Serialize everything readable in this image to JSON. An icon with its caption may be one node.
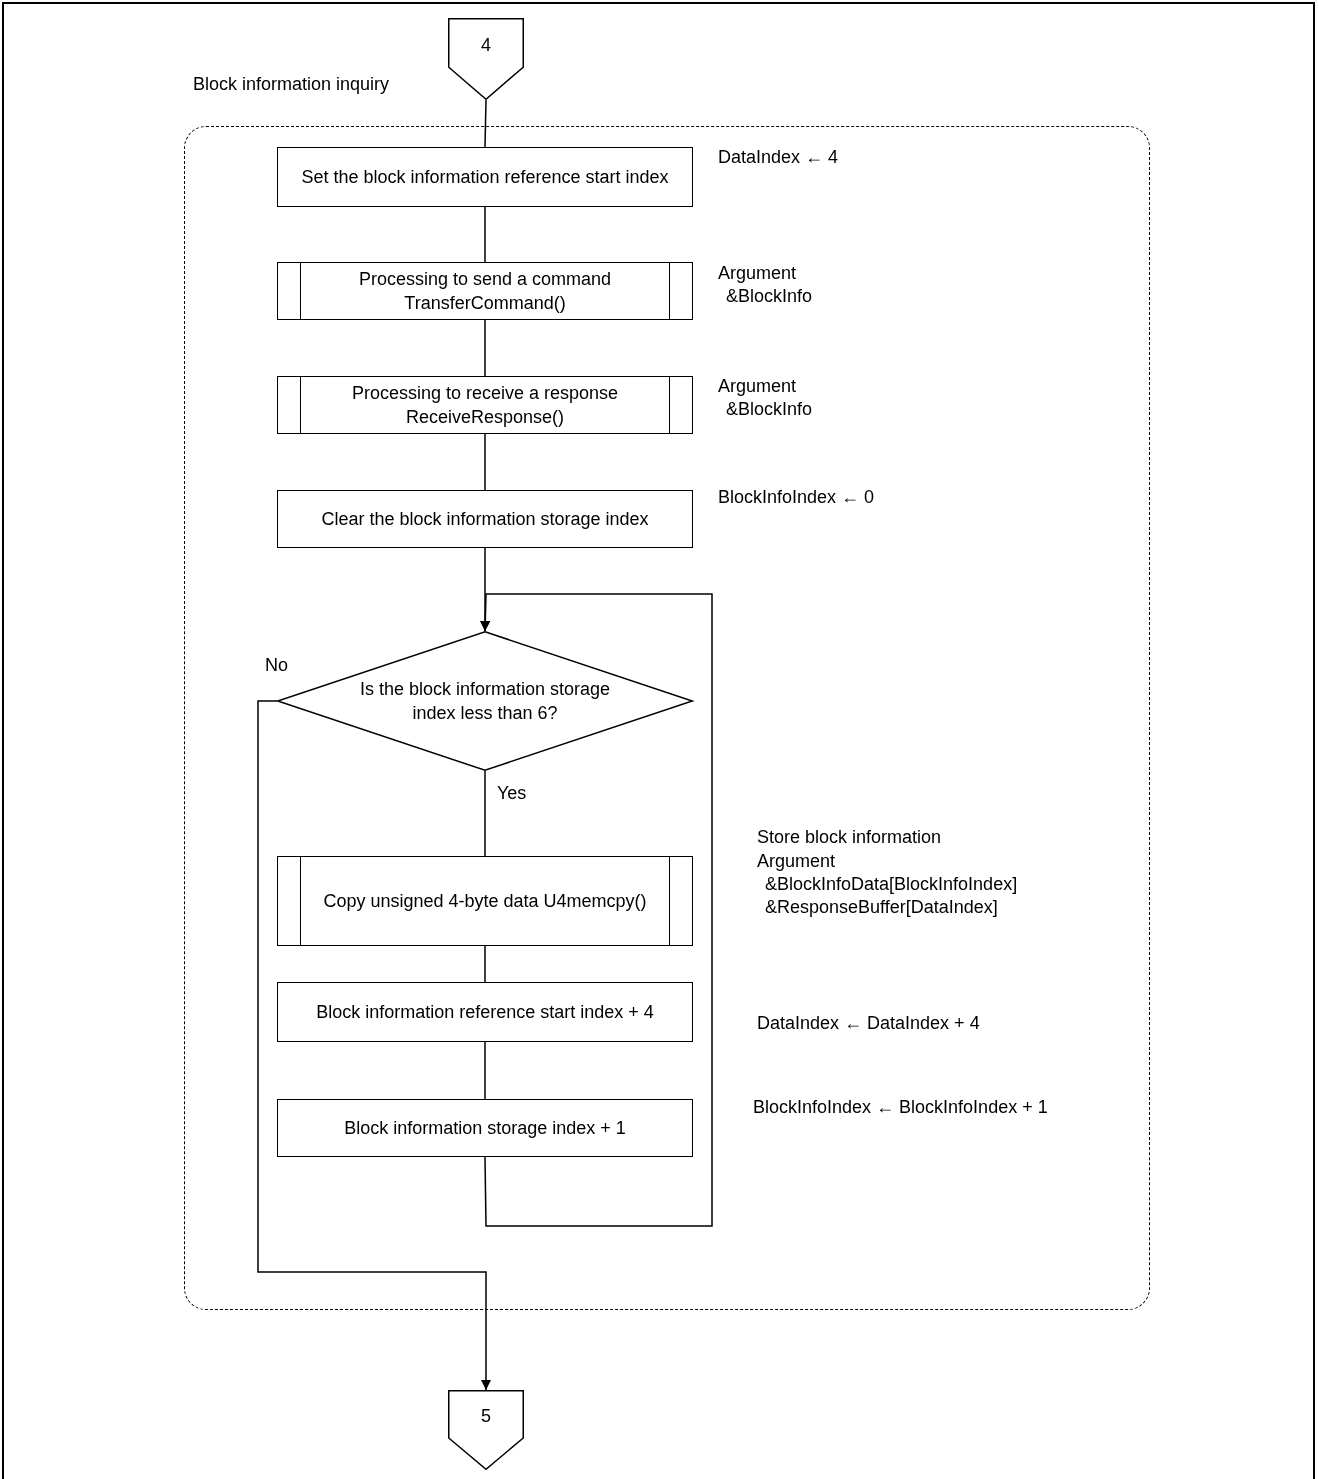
{
  "diagram": {
    "nodes": [
      {
        "text": [
          "4"
        ]
      },
      {
        "text": [
          "Block information inquiry"
        ]
      },
      {
        "text": [
          "Set the block information reference start index"
        ],
        "in": 1,
        "beside": [
          "DataIndex ← 4"
        ]
      },
      {
        "text": [
          "Processing to send a command TransferCommand()"
        ],
        "in": 1,
        "beside": [
          "Argument &BlockInfo"
        ]
      },
      {
        "text": [
          "Processing to receive a response ReceiveResponse()"
        ],
        "in": 1,
        "beside": [
          "Argument &BlockInfo"
        ]
      },
      {
        "text": [
          "Clear the block information storage index"
        ],
        "in": 1,
        "beside": [
          "BlockInfoIndex ← 0"
        ]
      },
      {
        "text": [
          "Is the block information storage index less than 6?"
        ],
        "in": 1
      },
      {
        "text": [
          "Copy unsigned 4-byte data U4memcpy()"
        ],
        "in": 1,
        "beside": [
          "Store block information",
          "Argument &BlockInfoData[BlockInfoIndex] &ResponseBuffer[DataIndex]"
        ]
      },
      {
        "text": [
          "Block information reference start index + 4"
        ],
        "in": 1,
        "beside": [
          "DataIndex ←  DataIndex + 4"
        ]
      },
      {
        "text": [
          "Block information storage index + 1"
        ],
        "in": 1,
        "beside": [
          "BlockInfoIndex ← BlockInfoIndex + 1"
        ]
      },
      {
        "text": [
          "5"
        ]
      }
    ],
    "edges": [
      {
        "from": 0,
        "to": 2,
        "arrow": "none"
      },
      {
        "from": 2,
        "to": 3,
        "arrow": "none"
      },
      {
        "from": 3,
        "to": 4,
        "arrow": "none"
      },
      {
        "from": 4,
        "to": 5,
        "arrow": "none"
      },
      {
        "from": 5,
        "to": 6,
        "arrow": "to"
      },
      {
        "from": 6,
        "to": 7,
        "arrow": "none",
        "label": "Yes"
      },
      {
        "from": 7,
        "to": 8,
        "arrow": "none"
      },
      {
        "from": 8,
        "to": 9,
        "arrow": "none"
      },
      {
        "from": 9,
        "to": 6,
        "arrow": "to"
      },
      {
        "from": 6,
        "to": 10,
        "arrow": "to",
        "label": "No"
      }
    ]
  }
}
